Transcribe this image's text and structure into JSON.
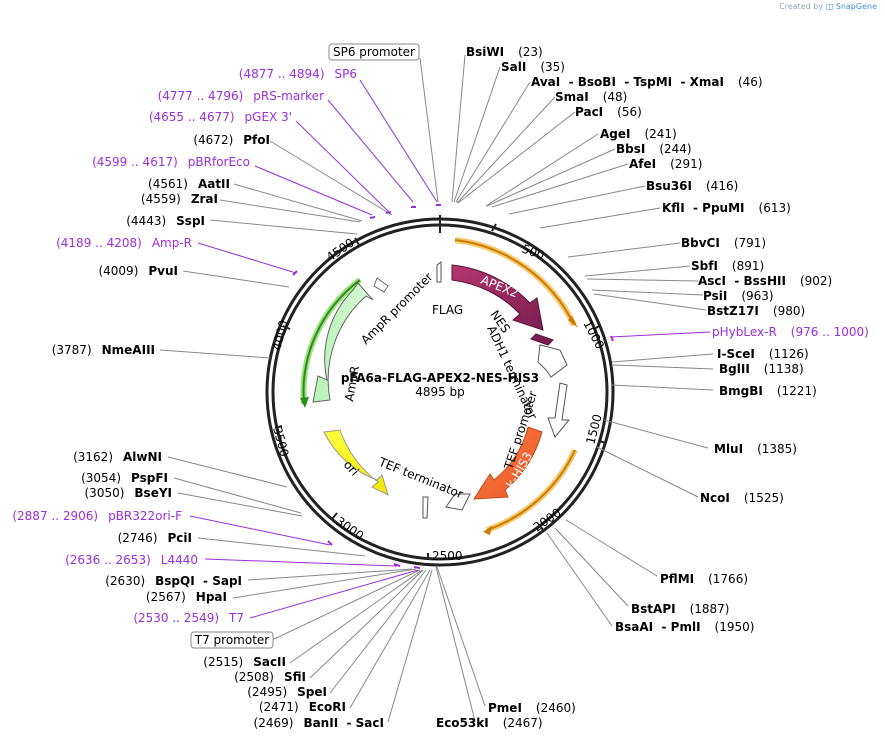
{
  "header": {
    "credit_prefix": "Created by",
    "brand": "SnapGene"
  },
  "plasmid": {
    "name": "pFA6a-FLAG-APEX2-NES-HIS3",
    "length": "4895 bp"
  },
  "ticks": [
    "500",
    "1000",
    "1500",
    "2000",
    "2500",
    "3000",
    "3500",
    "4000",
    "4500"
  ],
  "features": {
    "flag": "FLAG",
    "apex2": "APEX2",
    "nes": "NES",
    "adh1": "ADH1 terminator",
    "tef_promoter": "TEF promoter",
    "khis3": "k-HIS3",
    "tef_terminator": "TEF terminator",
    "ori": "ori",
    "ampr": "AmpR",
    "ampr_promoter": "AmpR promoter"
  },
  "right_labels": [
    {
      "name": "BsiWI",
      "pos": "(23)"
    },
    {
      "name": "SalI",
      "pos": "(35)"
    },
    {
      "name": "AvaI  - BsoBI  - TspMI  - XmaI",
      "pos": "(46)"
    },
    {
      "name": "SmaI",
      "pos": "(48)"
    },
    {
      "name": "PacI",
      "pos": "(56)"
    },
    {
      "name": "AgeI",
      "pos": "(241)"
    },
    {
      "name": "BbsI",
      "pos": "(244)"
    },
    {
      "name": "AfeI",
      "pos": "(291)"
    },
    {
      "name": "Bsu36I",
      "pos": "(416)"
    },
    {
      "name": "KflI  - PpuMI",
      "pos": "(613)"
    },
    {
      "name": "BbvCI",
      "pos": "(791)"
    },
    {
      "name": "SbfI",
      "pos": "(891)"
    },
    {
      "name": "AscI  - BssHII",
      "pos": "(902)"
    },
    {
      "name": "PsiI",
      "pos": "(963)"
    },
    {
      "name": "BstZ17I",
      "pos": "(980)"
    },
    {
      "name": "pHybLex-R",
      "pos": "(976 .. 1000)"
    },
    {
      "name": "I-SceI",
      "pos": "(1126)"
    },
    {
      "name": "BglII",
      "pos": "(1138)"
    },
    {
      "name": "BmgBI",
      "pos": "(1221)"
    },
    {
      "name": "MluI",
      "pos": "(1385)"
    },
    {
      "name": "NcoI",
      "pos": "(1525)"
    },
    {
      "name": "PflMI",
      "pos": "(1766)"
    },
    {
      "name": "BstAPI",
      "pos": "(1887)"
    },
    {
      "name": "BsaAI  - PmlI",
      "pos": "(1950)"
    },
    {
      "name": "PmeI",
      "pos": "(2460)"
    },
    {
      "name": "Eco53kI",
      "pos": "(2467)"
    }
  ],
  "left_labels": [
    {
      "name": "SP6 promoter",
      "pos": ""
    },
    {
      "name": "SP6",
      "pos": "(4877 .. 4894)"
    },
    {
      "name": "pRS-marker",
      "pos": "(4777 .. 4796)"
    },
    {
      "name": "pGEX 3'",
      "pos": "(4655 .. 4677)"
    },
    {
      "name": "PfoI",
      "pos": "(4672)"
    },
    {
      "name": "pBRforEco",
      "pos": "(4599 .. 4617)"
    },
    {
      "name": "AatII",
      "pos": "(4561)"
    },
    {
      "name": "ZraI",
      "pos": "(4559)"
    },
    {
      "name": "SspI",
      "pos": "(4443)"
    },
    {
      "name": "Amp-R",
      "pos": "(4189 .. 4208)"
    },
    {
      "name": "PvuI",
      "pos": "(4009)"
    },
    {
      "name": "NmeAIII",
      "pos": "(3787)"
    },
    {
      "name": "AlwNI",
      "pos": "(3162)"
    },
    {
      "name": "PspFI",
      "pos": "(3054)"
    },
    {
      "name": "BseYI",
      "pos": "(3050)"
    },
    {
      "name": "pBR322ori-F",
      "pos": "(2887 .. 2906)"
    },
    {
      "name": "PciI",
      "pos": "(2746)"
    },
    {
      "name": "L4440",
      "pos": "(2636 .. 2653)"
    },
    {
      "name": "BspQI  - SapI",
      "pos": "(2630)"
    },
    {
      "name": "HpaI",
      "pos": "(2567)"
    },
    {
      "name": "T7",
      "pos": "(2530 .. 2549)"
    },
    {
      "name": "T7 promoter",
      "pos": ""
    },
    {
      "name": "SacII",
      "pos": "(2515)"
    },
    {
      "name": "SfiI",
      "pos": "(2508)"
    },
    {
      "name": "SpeI",
      "pos": "(2495)"
    },
    {
      "name": "EcoRI",
      "pos": "(2471)"
    },
    {
      "name": "BanII  - SacI",
      "pos": "(2469)"
    }
  ]
}
